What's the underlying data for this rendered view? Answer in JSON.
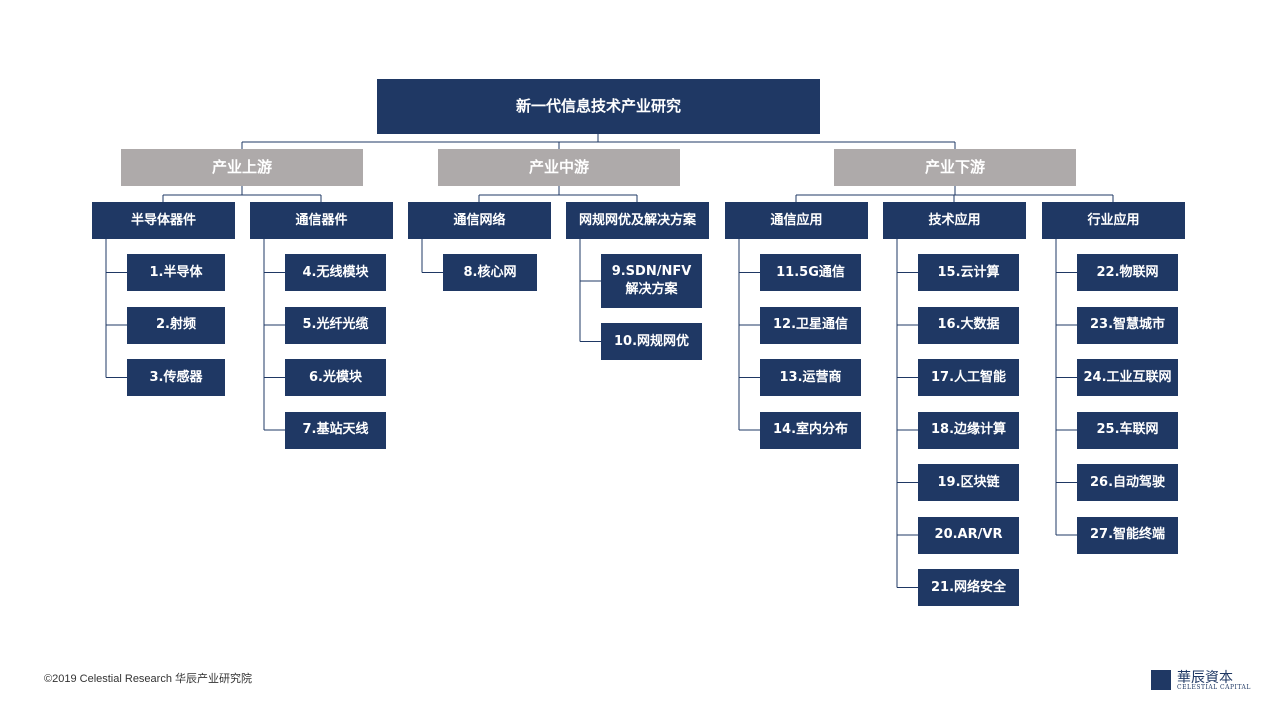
{
  "title": "新一代信息技术产业研究",
  "stages": [
    {
      "label": "产业上游",
      "categories": [
        {
          "label": "半导体器件",
          "items": [
            "1.半导体",
            "2.射频",
            "3.传感器"
          ]
        },
        {
          "label": "通信器件",
          "items": [
            "4.无线模块",
            "5.光纤光缆",
            "6.光模块",
            "7.基站天线"
          ]
        }
      ]
    },
    {
      "label": "产业中游",
      "categories": [
        {
          "label": "通信网络",
          "items": [
            "8.核心网"
          ]
        },
        {
          "label": "网规网优及解决方案",
          "items": [
            "9.SDN/NFV\n解决方案",
            "10.网规网优"
          ]
        }
      ]
    },
    {
      "label": "产业下游",
      "categories": [
        {
          "label": "通信应用",
          "items": [
            "11.5G通信",
            "12.卫星通信",
            "13.运营商",
            "14.室内分布"
          ]
        },
        {
          "label": "技术应用",
          "items": [
            "15.云计算",
            "16.大数据",
            "17.人工智能",
            "18.边缘计算",
            "19.区块链",
            "20.AR/VR",
            "21.网络安全"
          ]
        },
        {
          "label": "行业应用",
          "items": [
            "22.物联网",
            "23.智慧城市",
            "24.工业互联网",
            "25.车联网",
            "26.自动驾驶",
            "27.智能终端"
          ]
        }
      ]
    }
  ],
  "footer": "©2019 Celestial Research 华辰产业研究院",
  "logo": {
    "name": "華辰資本",
    "subtitle": "CELESTIAL CAPITAL"
  },
  "colors": {
    "primary": "#1f3864",
    "stage": "#aeaaaa",
    "line": "#1f3864"
  }
}
